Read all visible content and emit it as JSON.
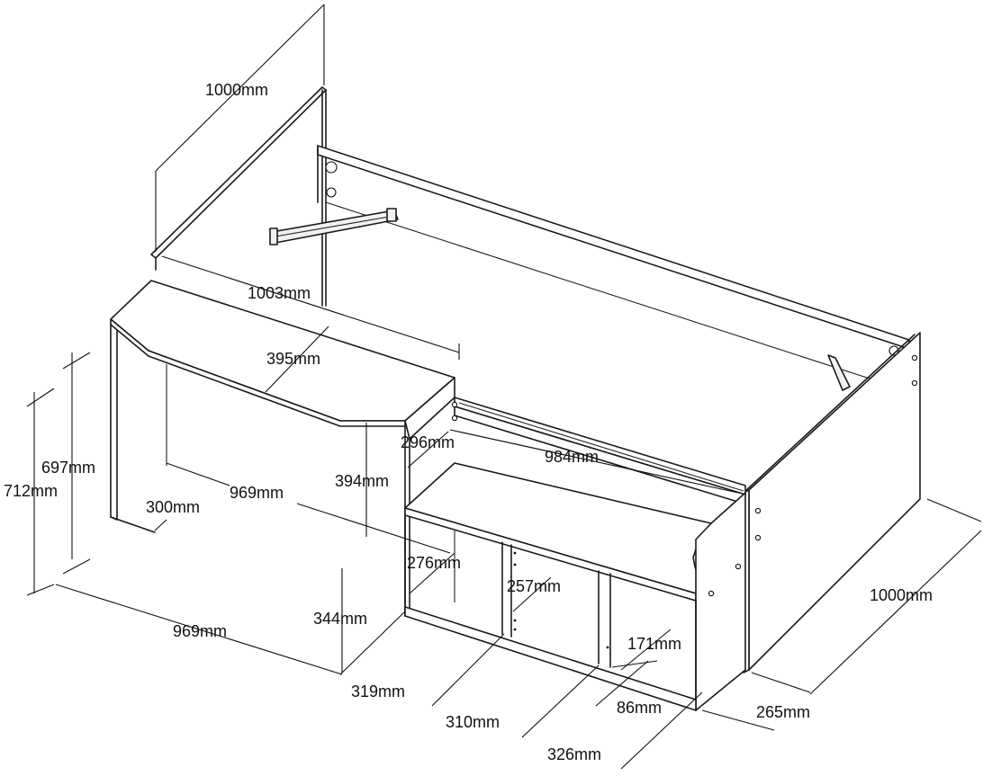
{
  "labels": {
    "top_depth": "1000mm",
    "desk_length": "1003mm",
    "desk_depth": "395mm",
    "right_depth": "1000mm",
    "desk_height_697": "697mm",
    "desk_height_712": "712mm",
    "leg_depth": "300mm",
    "desk_span": "969mm",
    "bottom_span": "969mm",
    "bed_length": "984mm",
    "gap_296": "296mm",
    "gap_394": "394mm",
    "shelf_276": "276mm",
    "shelf_257": "257mm",
    "height_344": "344mm",
    "width_319": "319mm",
    "width_310": "310mm",
    "width_326": "326mm",
    "depth_171": "171mm",
    "depth_86": "86mm",
    "depth_265": "265mm"
  }
}
